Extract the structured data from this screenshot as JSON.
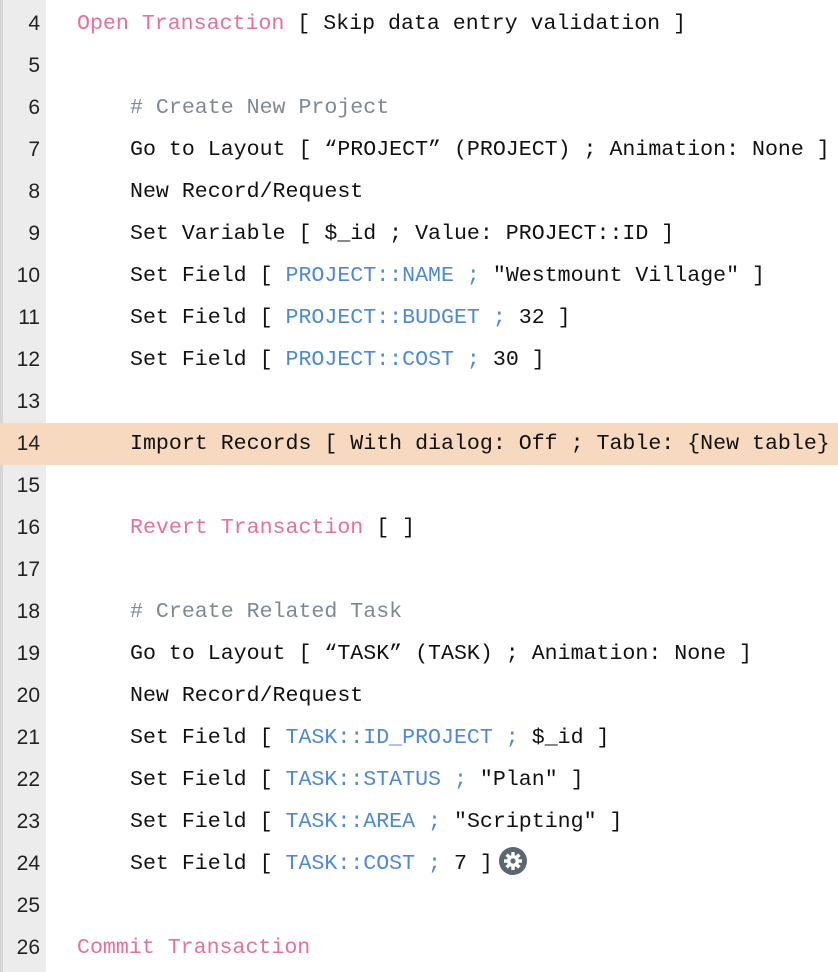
{
  "colors": {
    "keyword": "#e8709a",
    "field": "#4d88d9",
    "comment": "#7d8894",
    "highlight": "#f6d9bf"
  },
  "lines": [
    {
      "num": "4",
      "indent": 0,
      "segs": [
        {
          "t": "Open Transaction",
          "c": "kw"
        },
        {
          "t": " [ Skip data entry validation ]",
          "c": ""
        }
      ]
    },
    {
      "num": "5",
      "indent": 0,
      "segs": []
    },
    {
      "num": "6",
      "indent": 1,
      "segs": [
        {
          "t": "# Create New Project",
          "c": "comment"
        }
      ]
    },
    {
      "num": "7",
      "indent": 1,
      "segs": [
        {
          "t": "Go to Layout [ “PROJECT” (PROJECT) ; Animation: None ]",
          "c": ""
        }
      ]
    },
    {
      "num": "8",
      "indent": 1,
      "segs": [
        {
          "t": "New Record/Request",
          "c": ""
        }
      ]
    },
    {
      "num": "9",
      "indent": 1,
      "segs": [
        {
          "t": "Set Variable [ $_id ; Value: PROJECT::ID ]",
          "c": ""
        }
      ]
    },
    {
      "num": "10",
      "indent": 1,
      "segs": [
        {
          "t": "Set Field [ ",
          "c": ""
        },
        {
          "t": "PROJECT::NAME ;",
          "c": "field"
        },
        {
          "t": " \"Westmount Village\" ]",
          "c": ""
        }
      ]
    },
    {
      "num": "11",
      "indent": 1,
      "segs": [
        {
          "t": "Set Field [ ",
          "c": ""
        },
        {
          "t": "PROJECT::BUDGET ;",
          "c": "field"
        },
        {
          "t": " 32 ]",
          "c": ""
        }
      ]
    },
    {
      "num": "12",
      "indent": 1,
      "segs": [
        {
          "t": "Set Field [ ",
          "c": ""
        },
        {
          "t": "PROJECT::COST ;",
          "c": "field"
        },
        {
          "t": " 30 ]",
          "c": ""
        }
      ]
    },
    {
      "num": "13",
      "indent": 0,
      "segs": []
    },
    {
      "num": "14",
      "indent": 1,
      "highlight": true,
      "segs": [
        {
          "t": "Import Records [ With dialog: Off ; Table: {New table} ;",
          "c": ""
        }
      ]
    },
    {
      "num": "15",
      "indent": 0,
      "segs": []
    },
    {
      "num": "16",
      "indent": 1,
      "segs": [
        {
          "t": "Revert Transaction",
          "c": "kw"
        },
        {
          "t": " [ ]",
          "c": ""
        }
      ]
    },
    {
      "num": "17",
      "indent": 0,
      "segs": []
    },
    {
      "num": "18",
      "indent": 1,
      "segs": [
        {
          "t": "# Create Related Task",
          "c": "comment"
        }
      ]
    },
    {
      "num": "19",
      "indent": 1,
      "segs": [
        {
          "t": "Go to Layout [ “TASK” (TASK) ; Animation: None ]",
          "c": ""
        }
      ]
    },
    {
      "num": "20",
      "indent": 1,
      "segs": [
        {
          "t": "New Record/Request",
          "c": ""
        }
      ]
    },
    {
      "num": "21",
      "indent": 1,
      "segs": [
        {
          "t": "Set Field [ ",
          "c": ""
        },
        {
          "t": "TASK::ID_PROJECT ;",
          "c": "field"
        },
        {
          "t": " $_id ]",
          "c": ""
        }
      ]
    },
    {
      "num": "22",
      "indent": 1,
      "segs": [
        {
          "t": "Set Field [ ",
          "c": ""
        },
        {
          "t": "TASK::STATUS ;",
          "c": "field"
        },
        {
          "t": " \"Plan\" ]",
          "c": ""
        }
      ]
    },
    {
      "num": "23",
      "indent": 1,
      "segs": [
        {
          "t": "Set Field [ ",
          "c": ""
        },
        {
          "t": "TASK::AREA ;",
          "c": "field"
        },
        {
          "t": " \"Scripting\" ]",
          "c": ""
        }
      ]
    },
    {
      "num": "24",
      "indent": 1,
      "gear": true,
      "segs": [
        {
          "t": "Set Field [ ",
          "c": ""
        },
        {
          "t": "TASK::COST ;",
          "c": "field"
        },
        {
          "t": " 7 ]",
          "c": ""
        }
      ]
    },
    {
      "num": "25",
      "indent": 0,
      "segs": []
    },
    {
      "num": "26",
      "indent": 0,
      "segs": [
        {
          "t": "Commit Transaction",
          "c": "kw"
        }
      ]
    }
  ]
}
